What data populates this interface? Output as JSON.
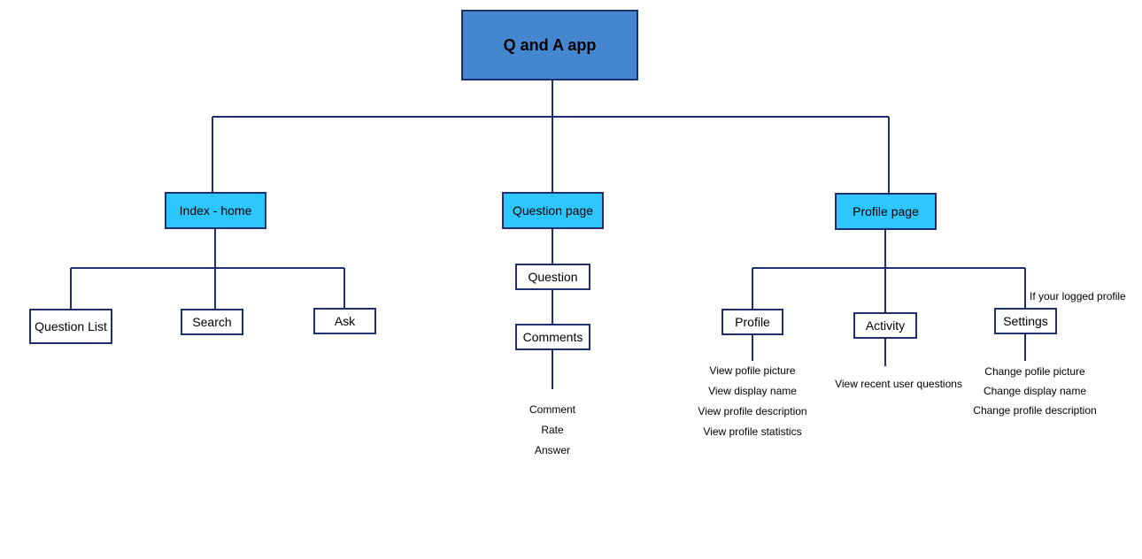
{
  "root": {
    "label": "Q and A app"
  },
  "sections": {
    "index": {
      "label": "Index - home"
    },
    "question": {
      "label": "Question page"
    },
    "profile": {
      "label": "Profile page"
    }
  },
  "index_children": {
    "question_list": "Question List",
    "search": "Search",
    "ask": "Ask"
  },
  "question_children": {
    "question": "Question",
    "comments": "Comments",
    "actions": [
      "Comment",
      "Rate",
      "Answer"
    ]
  },
  "profile_children": {
    "profile": "Profile",
    "activity": "Activity",
    "settings": "Settings",
    "settings_note": "If your logged profile",
    "profile_items": [
      "View pofile picture",
      "View display name",
      "View profile description",
      "View profile statistics"
    ],
    "activity_items": [
      "View recent user questions"
    ],
    "settings_items": [
      "Change pofile picture",
      "Change display name",
      "Change profile description"
    ]
  }
}
